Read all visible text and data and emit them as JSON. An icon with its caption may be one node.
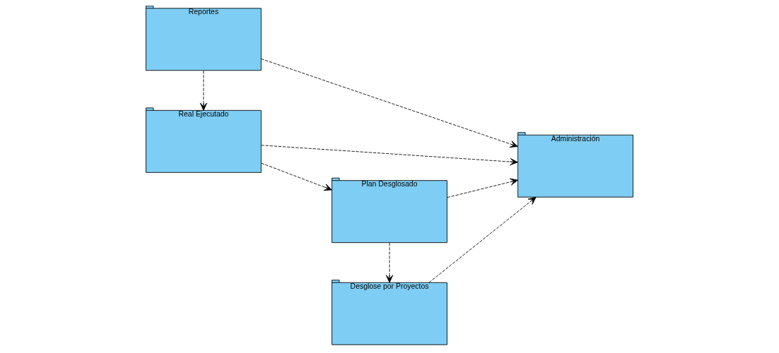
{
  "diagram": {
    "nodes": [
      {
        "text": [
          "Desglose por Proyectos"
        ]
      },
      {
        "text": [
          "Administración"
        ]
      },
      {
        "text": [
          "Reportes"
        ]
      },
      {
        "text": [
          "Plan Desglosado"
        ]
      },
      {
        "text": [
          "Real Ejecutado"
        ]
      }
    ],
    "edges": [
      {
        "from": 0,
        "to": 1,
        "arrow": "to",
        "style": "dashed"
      },
      {
        "from": 2,
        "to": 1,
        "arrow": "to",
        "style": "dashed"
      },
      {
        "from": 3,
        "to": 0,
        "arrow": "to",
        "style": "dashed"
      },
      {
        "from": 3,
        "to": 1,
        "arrow": "to",
        "style": "dashed"
      },
      {
        "from": 4,
        "to": 1,
        "arrow": "to",
        "style": "dashed"
      },
      {
        "from": 2,
        "to": 4,
        "arrow": "to",
        "style": "dashed"
      },
      {
        "from": 4,
        "to": 3,
        "arrow": "to",
        "style": "dashed"
      }
    ]
  }
}
